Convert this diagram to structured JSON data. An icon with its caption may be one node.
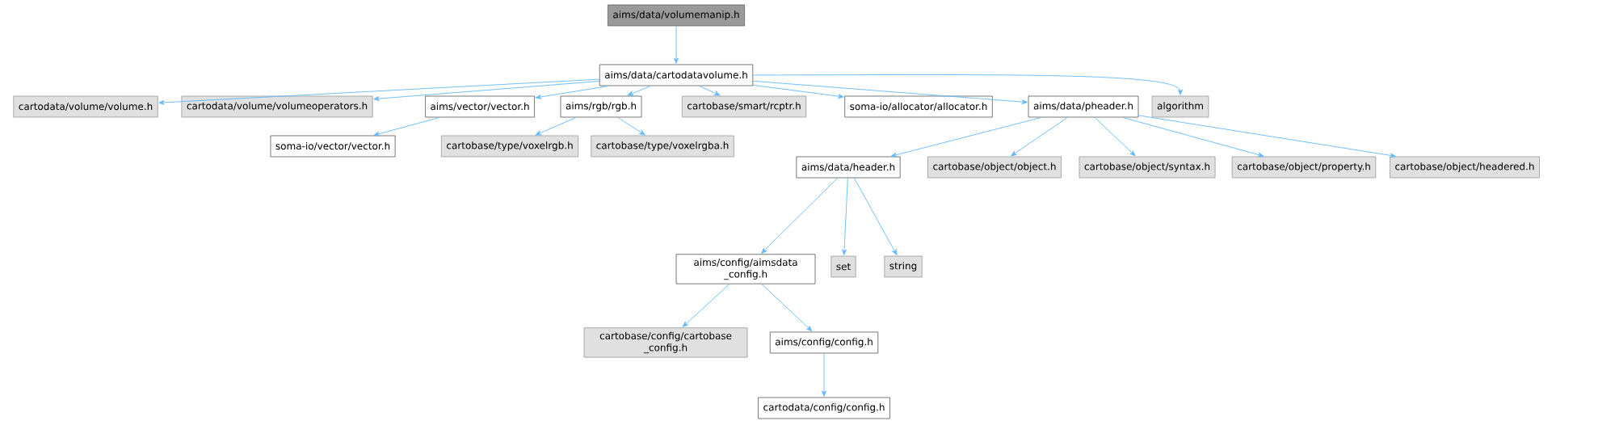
{
  "diagram": {
    "nodes": [
      {
        "text": [
          "aims/data/volumemanip.h"
        ]
      },
      {
        "text": [
          "aims/data/cartodatavolume.h"
        ]
      },
      {
        "text": [
          "cartodata/volume/volume.h"
        ]
      },
      {
        "text": [
          "cartodata/volume/volumeoperators.h"
        ]
      },
      {
        "text": [
          "aims/vector/vector.h"
        ]
      },
      {
        "text": [
          "aims/rgb/rgb.h"
        ]
      },
      {
        "text": [
          "cartobase/smart/rcptr.h"
        ]
      },
      {
        "text": [
          "soma-io/allocator/allocator.h"
        ]
      },
      {
        "text": [
          "aims/data/pheader.h"
        ]
      },
      {
        "text": [
          "algorithm"
        ]
      },
      {
        "text": [
          "soma-io/vector/vector.h"
        ]
      },
      {
        "text": [
          "cartobase/type/voxelrgb.h"
        ]
      },
      {
        "text": [
          "cartobase/type/voxelrgba.h"
        ]
      },
      {
        "text": [
          "aims/data/header.h"
        ]
      },
      {
        "text": [
          "cartobase/object/object.h"
        ]
      },
      {
        "text": [
          "cartobase/object/syntax.h"
        ]
      },
      {
        "text": [
          "cartobase/object/property.h"
        ]
      },
      {
        "text": [
          "cartobase/object/headered.h"
        ]
      },
      {
        "text": [
          "aims/config/aimsdata _config.h"
        ]
      },
      {
        "text": [
          "set"
        ]
      },
      {
        "text": [
          "string"
        ]
      },
      {
        "text": [
          "cartobase/config/cartobase _config.h"
        ]
      },
      {
        "text": [
          "aims/config/config.h"
        ]
      },
      {
        "text": [
          "cartodata/config/config.h"
        ]
      }
    ],
    "edges": [
      {
        "from": 0,
        "to": 1,
        "arrow": "to"
      },
      {
        "from": 1,
        "to": 2,
        "arrow": "to"
      },
      {
        "from": 1,
        "to": 3,
        "arrow": "to"
      },
      {
        "from": 1,
        "to": 4,
        "arrow": "to"
      },
      {
        "from": 1,
        "to": 5,
        "arrow": "to"
      },
      {
        "from": 1,
        "to": 6,
        "arrow": "to"
      },
      {
        "from": 1,
        "to": 7,
        "arrow": "to"
      },
      {
        "from": 1,
        "to": 8,
        "arrow": "to"
      },
      {
        "from": 1,
        "to": 9,
        "arrow": "to"
      },
      {
        "from": 4,
        "to": 10,
        "arrow": "to"
      },
      {
        "from": 5,
        "to": 11,
        "arrow": "to"
      },
      {
        "from": 5,
        "to": 12,
        "arrow": "to"
      },
      {
        "from": 8,
        "to": 13,
        "arrow": "to"
      },
      {
        "from": 8,
        "to": 14,
        "arrow": "to"
      },
      {
        "from": 8,
        "to": 15,
        "arrow": "to"
      },
      {
        "from": 8,
        "to": 16,
        "arrow": "to"
      },
      {
        "from": 8,
        "to": 17,
        "arrow": "to"
      },
      {
        "from": 13,
        "to": 18,
        "arrow": "to"
      },
      {
        "from": 13,
        "to": 19,
        "arrow": "to"
      },
      {
        "from": 13,
        "to": 20,
        "arrow": "to"
      },
      {
        "from": 18,
        "to": 21,
        "arrow": "to"
      },
      {
        "from": 18,
        "to": 22,
        "arrow": "to"
      },
      {
        "from": 22,
        "to": 23,
        "arrow": "to"
      }
    ]
  }
}
